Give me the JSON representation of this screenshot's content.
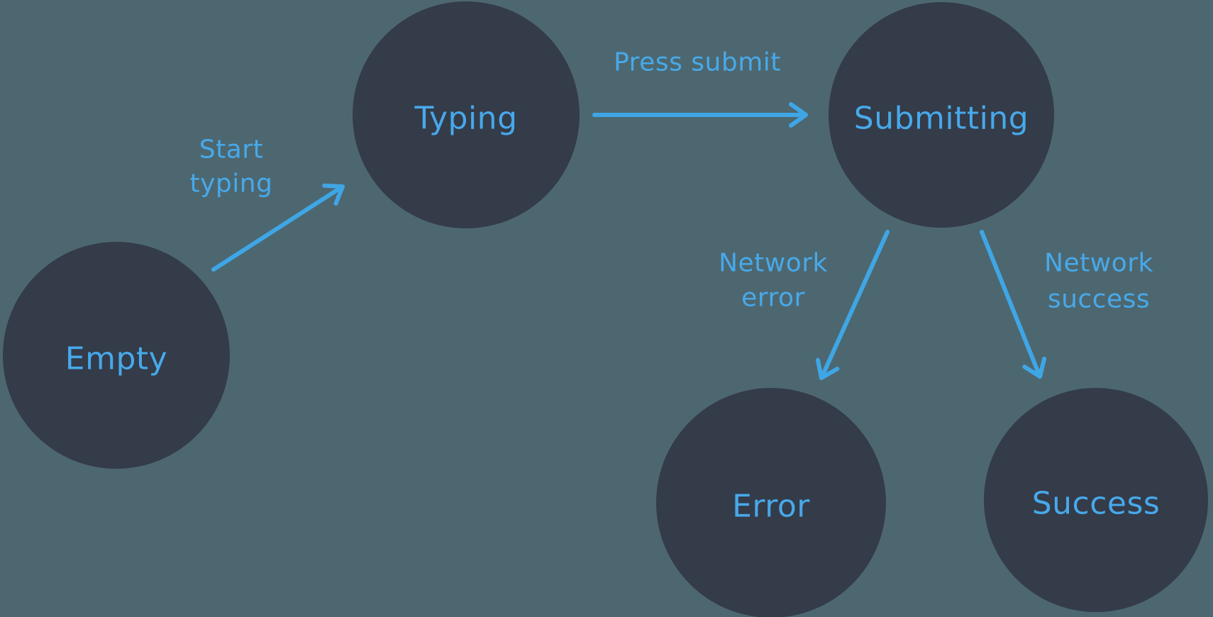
{
  "colors": {
    "background": "#4D6770",
    "node_fill": "#343B49",
    "accent": "#3FA6E6",
    "label_blue": "#47A9EA"
  },
  "diagram": {
    "nodes": [
      {
        "id": "empty",
        "label": "Empty"
      },
      {
        "id": "typing",
        "label": "Typing"
      },
      {
        "id": "submitting",
        "label": "Submitting"
      },
      {
        "id": "error",
        "label": "Error"
      },
      {
        "id": "success",
        "label": "Success"
      }
    ],
    "edges": [
      {
        "from": "empty",
        "to": "typing",
        "label": "Start typing",
        "label_lines": [
          "Start",
          "typing"
        ]
      },
      {
        "from": "typing",
        "to": "submitting",
        "label": "Press submit",
        "label_lines": [
          "Press submit"
        ]
      },
      {
        "from": "submitting",
        "to": "error",
        "label": "Network error",
        "label_lines": [
          "Network",
          "error"
        ]
      },
      {
        "from": "submitting",
        "to": "success",
        "label": "Network success",
        "label_lines": [
          "Network",
          "success"
        ]
      }
    ]
  }
}
